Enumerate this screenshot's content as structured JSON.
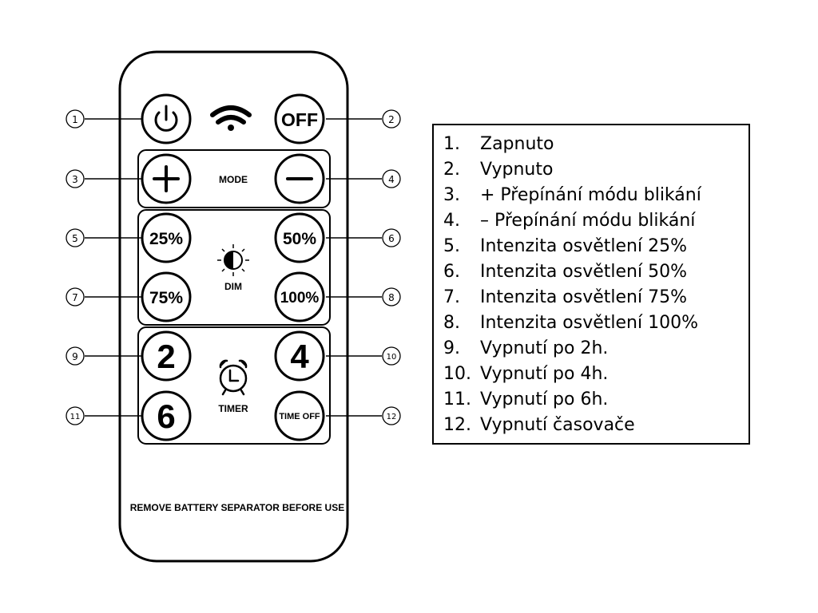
{
  "remote": {
    "buttons": {
      "off": "OFF",
      "mode": "MODE",
      "p25": "25%",
      "p50": "50%",
      "p75": "75%",
      "p100": "100%",
      "dim": "DIM",
      "t2": "2",
      "t4": "4",
      "t6": "6",
      "timer": "TIMER",
      "time_off": "TIME OFF"
    },
    "warning": "REMOVE BATTERY SEPARATOR BEFORE USE"
  },
  "callouts": [
    "①",
    "②",
    "③",
    "④",
    "⑤",
    "⑥",
    "⑦",
    "⑧",
    "⑨",
    "⑩",
    "⑪",
    "⑫"
  ],
  "legend": [
    {
      "num": "1.",
      "text": "Zapnuto"
    },
    {
      "num": "2.",
      "text": "Vypnuto"
    },
    {
      "num": "3.",
      "text": "+ Přepínání módu blikání"
    },
    {
      "num": "4.",
      "text": "– Přepínání módu blikání"
    },
    {
      "num": "5.",
      "text": "Intenzita osvětlení 25%"
    },
    {
      "num": "6.",
      "text": "Intenzita osvětlení 50%"
    },
    {
      "num": "7.",
      "text": "Intenzita osvětlení 75%"
    },
    {
      "num": "8.",
      "text": "Intenzita osvětlení 100%"
    },
    {
      "num": "9.",
      "text": "Vypnutí po 2h."
    },
    {
      "num": "10.",
      "text": "Vypnutí po 4h."
    },
    {
      "num": "11.",
      "text": "Vypnutí po 6h."
    },
    {
      "num": "12.",
      "text": "Vypnutí časovače"
    }
  ]
}
